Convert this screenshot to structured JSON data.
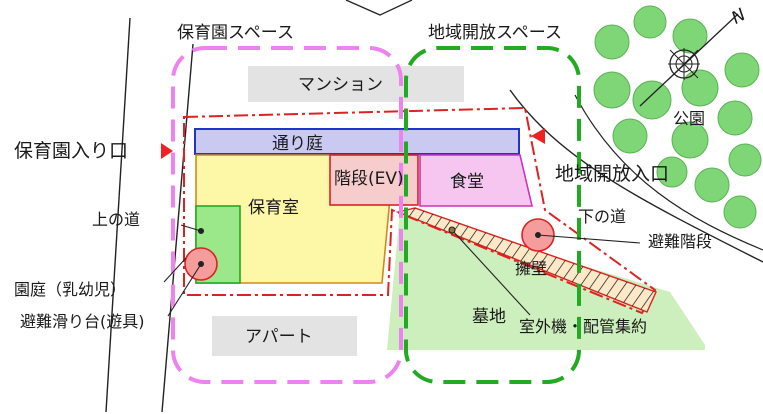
{
  "labels": {
    "nursery_space": "保育園スペース",
    "community_space": "地域開放スペース",
    "mansion": "マンション",
    "apartment": "アパート",
    "nursery_entrance": "保育園入り口",
    "community_entrance": "地域開放入口",
    "courtyard_passage": "通り庭",
    "stairs_ev": "階段(EV)",
    "cafeteria": "食堂",
    "nursery_room": "保育室",
    "upper_road": "上の道",
    "lower_road": "下の道",
    "garden": "園庭（乳幼児）",
    "slide": "避難滑り台(遊具)",
    "evac_stairs": "避難階段",
    "retaining_wall": "擁壁",
    "cemetery": "墓地",
    "outdoor_units": "室外機・配管集約",
    "park": "公園",
    "north": "N"
  },
  "colors": {
    "nursery_space_outline": "#ee82ee",
    "community_space_outline": "#22aa22",
    "site_boundary": "#dd2222",
    "passage_fill": "#c9c9f2",
    "passage_stroke": "#2233cc",
    "nursery_room_fill": "#fdf7a8",
    "stairs_fill": "#f6cccc",
    "cafeteria_fill": "#f6c6f0",
    "garden_fill": "#9ae88a",
    "cemetery_fill": "#cdeebd",
    "building_fill": "#e3e3e3",
    "tree_green": "#6fd168",
    "marker_red": "#ee2222"
  },
  "icons": [
    "compass-icon",
    "tree-icon",
    "entrance-arrow-icon",
    "evacuation-circle-icon"
  ]
}
